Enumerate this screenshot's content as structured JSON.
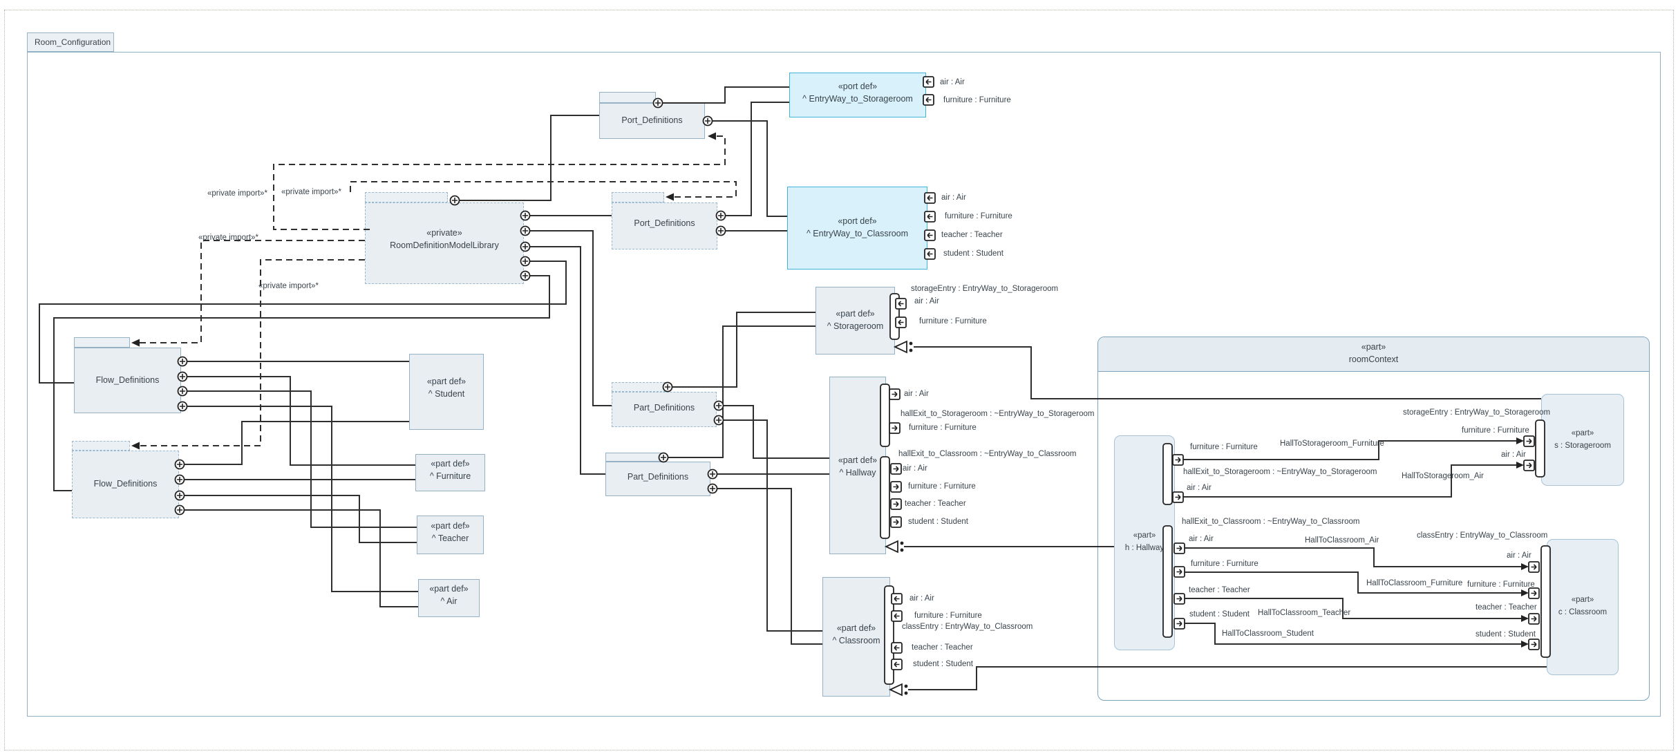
{
  "frame": {
    "title": "Room_Configuration"
  },
  "labels": {
    "import": "«private import»*"
  },
  "packages": {
    "port_definitions": "Port_Definitions",
    "flow_definitions": "Flow_Definitions",
    "part_definitions": "Part_Definitions",
    "library": {
      "stereotype": "«private»",
      "name": "RoomDefinitionModelLibrary"
    }
  },
  "port_defs": {
    "ews": {
      "stereotype": "«port def»",
      "name": "^ EntryWay_to_Storageroom",
      "ports": [
        "air : Air",
        "furniture : Furniture"
      ]
    },
    "ewc": {
      "stereotype": "«port def»",
      "name": "^ EntryWay_to_Classroom",
      "ports": [
        "air : Air",
        "furniture : Furniture",
        "teacher : Teacher",
        "student : Student"
      ]
    }
  },
  "part_defs": {
    "student": {
      "stereotype": "«part def»",
      "name": "^ Student"
    },
    "furniture": {
      "stereotype": "«part def»",
      "name": "^ Furniture"
    },
    "teacher": {
      "stereotype": "«part def»",
      "name": "^ Teacher"
    },
    "air": {
      "stereotype": "«part def»",
      "name": "^ Air"
    },
    "storageroom": {
      "stereotype": "«part def»",
      "name": "^ Storageroom",
      "port_group": "storageEntry : EntryWay_to_Storageroom",
      "ports": [
        "air : Air",
        "furniture : Furniture"
      ]
    },
    "hallway": {
      "stereotype": "«part def»",
      "name": "^ Hallway",
      "group1": "hallExit_to_Storageroom : ~EntryWay_to_Storageroom",
      "group1_ports": [
        "air : Air",
        "furniture : Furniture"
      ],
      "group2": "hallExit_to_Classroom : ~EntryWay_to_Classroom",
      "group2_ports": [
        "air : Air",
        "furniture : Furniture",
        "teacher : Teacher",
        "student : Student"
      ]
    },
    "classroom": {
      "stereotype": "«part def»",
      "name": "^ Classroom",
      "port_group": "classEntry : EntryWay_to_Classroom",
      "ports": [
        "air : Air",
        "furniture : Furniture",
        "teacher : Teacher",
        "student : Student"
      ]
    }
  },
  "room_context": {
    "stereotype": "«part»",
    "name": "roomContext",
    "hallway_part": {
      "stereotype": "«part»",
      "name": "h : Hallway",
      "group1": "hallExit_to_Storageroom : ~EntryWay_to_Storageroom",
      "group1_ports": [
        "furniture : Furniture",
        "air : Air"
      ],
      "group2": "hallExit_to_Classroom : ~EntryWay_to_Classroom",
      "group2_ports": [
        "air : Air",
        "furniture : Furniture",
        "teacher : Teacher",
        "student : Student"
      ]
    },
    "storageroom_part": {
      "stereotype": "«part»",
      "name": "s : Storageroom",
      "port_group": "storageEntry : EntryWay_to_Storageroom",
      "ports": [
        "furniture : Furniture",
        "air : Air"
      ]
    },
    "classroom_part": {
      "stereotype": "«part»",
      "name": "c : Classroom",
      "port_group": "classEntry : EntryWay_to_Classroom",
      "ports": [
        "air : Air",
        "furniture : Furniture",
        "teacher : Teacher",
        "student : Student"
      ]
    },
    "connectors": {
      "hts_furniture": "HallToStorageroom_Furniture",
      "hts_air": "HallToStorageroom_Air",
      "htc_air": "HallToClassroom_Air",
      "htc_furniture": "HallToClassroom_Furniture",
      "htc_teacher": "HallToClassroom_Teacher",
      "htc_student": "HallToClassroom_Student"
    }
  },
  "colors": {
    "port_def_fill": "#d8f1fa",
    "port_def_border": "#41b3d6",
    "package_fill": "#e8eef2",
    "package_border": "#95b1c4",
    "context_border": "#7ba3bd",
    "part_fill": "#e7eef4",
    "line": "#2e2e2e",
    "frame_border": "#8fb0c4"
  }
}
